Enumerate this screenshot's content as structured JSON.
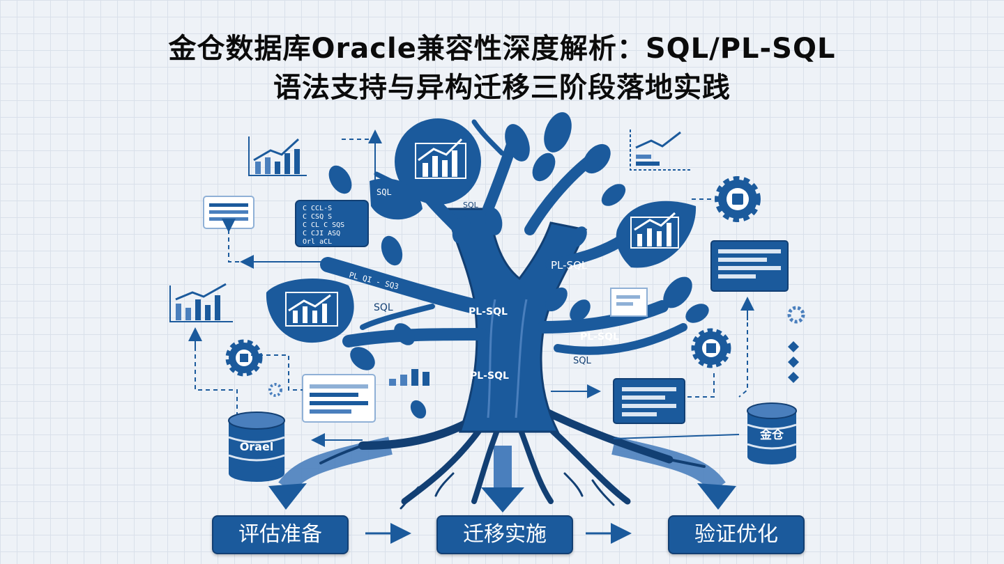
{
  "title": {
    "line1": "金仓数据库Oracle兼容性深度解析：SQL/PL-SQL",
    "line2": "语法支持与异构迁移三阶段落地实践"
  },
  "tree_labels": {
    "plsql_upper": "PL-SQL",
    "sql_left": "SQL",
    "plsql_center": "PL-SQL",
    "plsql_right": "PL-SQL",
    "sql_right": "SQL",
    "plsql_trunk": "PL-SQL",
    "sql_top": "SQL",
    "branch_text_left": "PL QI - SQ3",
    "branch_text_upper": "SQL"
  },
  "databases": {
    "oracle": "Orael",
    "kingbase": "金仓"
  },
  "code_panel": {
    "lines": [
      "C CCL-S",
      "C CSQ S",
      "C CL C SQS",
      "C CJI ASQ",
      "Orl aCL"
    ]
  },
  "stages": [
    "评估准备",
    "迁移实施",
    "验证优化"
  ],
  "colors": {
    "primary": "#1b5a9c",
    "dark": "#123f73",
    "light": "#dbe6f3"
  }
}
